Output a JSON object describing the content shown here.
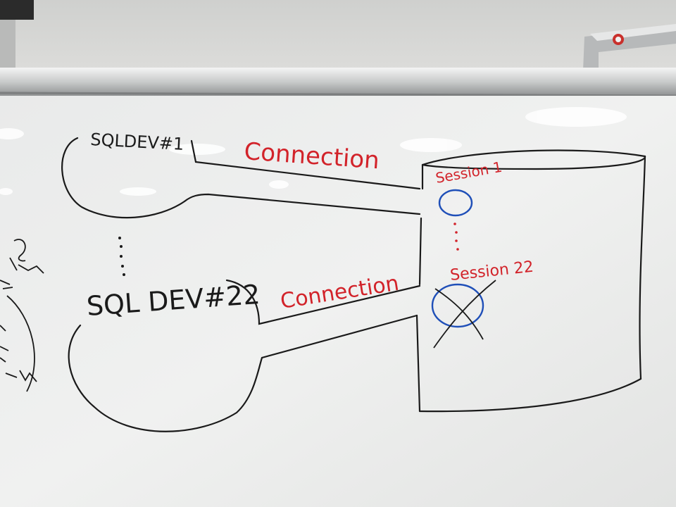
{
  "whiteboard": {
    "clients": [
      {
        "label": "SQLDEV#1"
      },
      {
        "label": "SQL DEV#22"
      }
    ],
    "connections": [
      {
        "label": "Connection"
      },
      {
        "label": "Connection"
      }
    ],
    "sessions": [
      {
        "label": "Session 1"
      },
      {
        "label": "Session 22"
      }
    ],
    "ink_colors": {
      "black": "#1a1a1a",
      "red": "#d2232a",
      "blue": "#1f4fb8"
    }
  }
}
